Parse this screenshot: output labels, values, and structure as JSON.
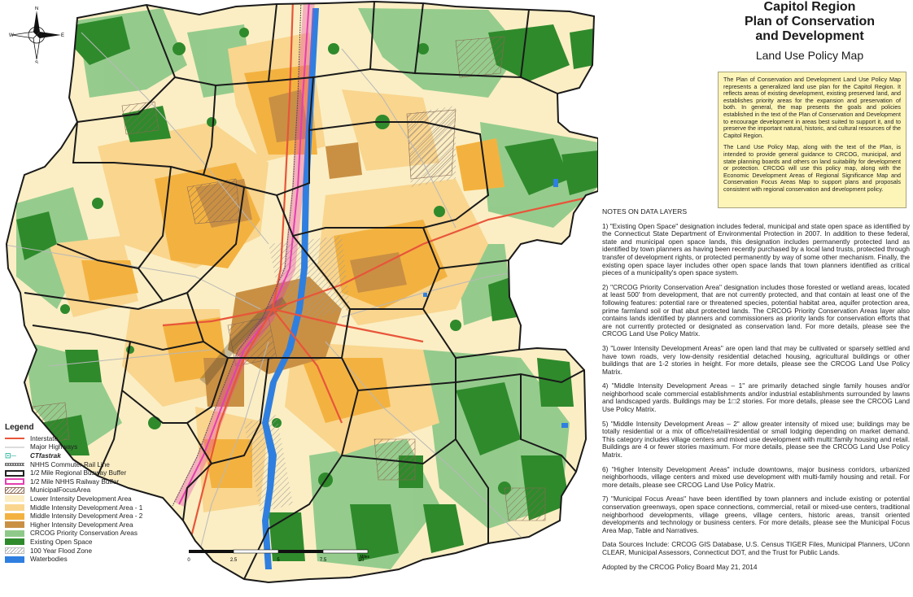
{
  "title": {
    "line1": "Capitol Region",
    "line2": "Plan of Conservation",
    "line3": "and Development",
    "subtitle": "Land Use Policy Map"
  },
  "description": [
    "The Plan of Conservation and Development Land Use Policy Map represents a generalized land use plan for the Capitol Region. It reflects areas of existing development, existing preserved land, and establishes priority areas for the expansion and preservation of both. In general, the map presents the goals and policies established in the text of the Plan of Conservation and Development to encourage development in areas best suited to support it, and to preserve the important natural, historic, and cultural resources of the Capitol Region.",
    "The Land Use Policy Map, along with the text of the Plan, is intended to provide general guidance to CRCOG, municipal, and state planning boards and others on land suitability for development or protection. CRCOG will use this policy map, along with the Economic Development Areas of Regional Significance Map and Conservation Focus Areas Map to support plans and proposals consistent with regional conservation and development policy."
  ],
  "notes": {
    "heading": "NOTES ON DATA LAYERS",
    "items": [
      "1) \"Existing Open Space\" designation includes federal, municipal and state open space as identified by the Connecticut State Department of Environmental Protection in 2007.  In addition to these federal, state and municipal open space lands, this designation includes permanently protected land as identified by town planners as having been recently purchased by a local land trusts, protected through transfer of development rights, or protected permanently by way of some other mechanism. Finally, the existing open space layer includes other open space lands that town planners identified as critical pieces of a municipality's open space system.",
      "2) \"CRCOG Priority Conservation Area\" designation includes those forested or wetland areas, located at least 500' from development, that are not currently protected, and that contain at least one of the following features:  potential rare or threatened species, potential habitat area, aquifer protection area, prime farmland soil or that abut protected lands.  The CRCOG Priority Conservation Areas layer also contains lands identified by planners and commissioners as priority lands for conservation efforts that are not currently protected or designated as conservation land.  For more details, please see the CRCOG Land Use Policy Matrix.",
      "3) \"Lower Intensity Development Areas\" are open land that may be cultivated or sparsely settled and have town roads, very low-density residential detached housing, agricultural buildings or other buildings that are 1-2 stories in height. For more details, please see the CRCOG Land Use Policy Matrix.",
      "4) \"Middle Intensity Development Areas – 1\"  are primarily detached single family houses and/or neighborhood scale commercial establishments and/or industrial establishments surrounded by lawns and landscaped yards. Buildings may be 1□2 stories.  For more details, please see the CRCOG Land Use Policy Matrix.",
      "5) \"Middle Intensity Development Areas – 2\" allow greater intensity of mixed use; buildings may be totally residential or a mix of office/retail/residential or small lodging depending on market demand. This category includes village centers and mixed use development with multi□family housing and retail. Buildings are 4 or fewer stories maximum.  For more details, please see the CRCOG Land Use Policy Matrix.",
      "6) \"Higher Intensity Development Areas\" include downtowns, major business corridors, urbanized neighborhoods, village centers and mixed use development with multi-family housing and retail. For more details, please see CRCOG Land Use Policy Matrix.",
      "7) \"Municipal Focus Areas\" have been identified by town planners and include existing or potential conservation greenways, open space connections, commercial, retail or mixed-use centers, traditional neighborhood developments, village greens, village centers, historic areas, transit oriented developments and technology or business centers.  For more details, please see the Municipal Focus Area Map, Table and Narratives.",
      "Data Sources Include: CRCOG GIS Database, U.S. Census TIGER Files, Municipal Planners, UConn CLEAR, Municipal Assessors, Connecticut DOT, and the Trust for Public Lands.",
      "Adopted by the CRCOG Policy Board May 21, 2014"
    ]
  },
  "legend": {
    "title": "Legend",
    "items": {
      "interstate": "Interstate",
      "highways": "Major Highways",
      "ctfastrak": "CTfastrak",
      "rail": "NHHS Commuter Rail Line",
      "busway": "1/2 Mile Regional Busway Buffer",
      "railbuffer": "1/2 Mile NHHS Railway Buffer",
      "focus": "MunicipalFocusArea",
      "lower": "Lower Intensity Development Area",
      "mid1": "Middle Intensity Development Area - 1",
      "mid2": "Middle Intensity Development Area - 2",
      "higher": "Higher Intensity Development Area",
      "priority": "CRCOG Priority Conservation Areas",
      "openspace": "Existing Open Space",
      "flood": "100 Year Flood Zone",
      "water": "Waterbodies"
    },
    "colors": {
      "interstate": "#e8553a",
      "highways": "#b8b8b8",
      "ctfastrak": "#2db39e",
      "busway": "#222222",
      "railbuffer": "#e53fb0",
      "lower": "#fbeec4",
      "mid1": "#f9d58e",
      "mid2": "#f3b240",
      "higher": "#c99044",
      "priority": "#8fc98a",
      "openspace": "#2f8a2c",
      "flood": "#c8c8c8",
      "water": "#2f7fe0"
    }
  },
  "compass": {
    "n": "N",
    "s": "S",
    "e": "E",
    "w": "W"
  },
  "scale": {
    "labels": [
      "0",
      "2.5",
      "5",
      "7.5",
      "10"
    ],
    "unit": "Miles"
  }
}
